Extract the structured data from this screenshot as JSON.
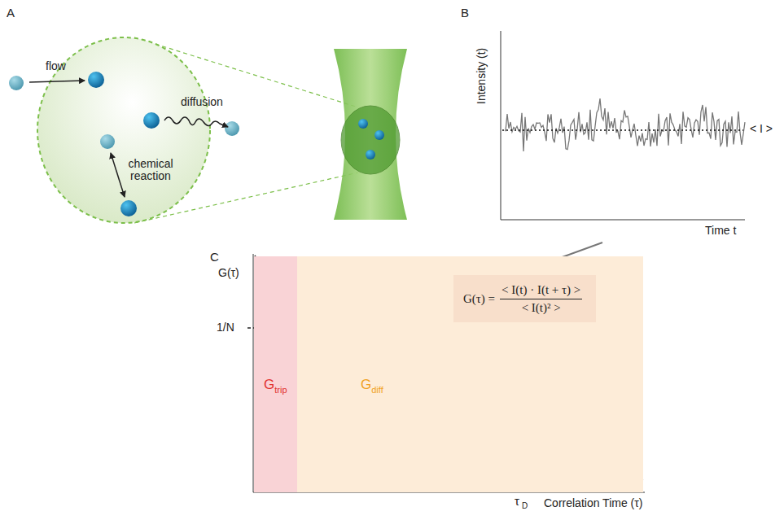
{
  "diagram": {
    "nodes": [
      {
        "text": [
          "G",
          "trip"
        ]
      },
      {
        "text": [
          "G",
          "diff"
        ]
      },
      {
        "text": [
          "G(τ) =",
          "< I(t) · I(t + τ) >",
          "< I(t)² >"
        ],
        "in": 1
      }
    ],
    "labels": [
      "A",
      "flow",
      "diffusion",
      "chemical reaction",
      "B",
      "Intensity (t)",
      "< I >",
      "Time t",
      "C",
      "G(τ)",
      "1/N",
      "τ",
      "D",
      "Correlation Time (τ)"
    ]
  }
}
